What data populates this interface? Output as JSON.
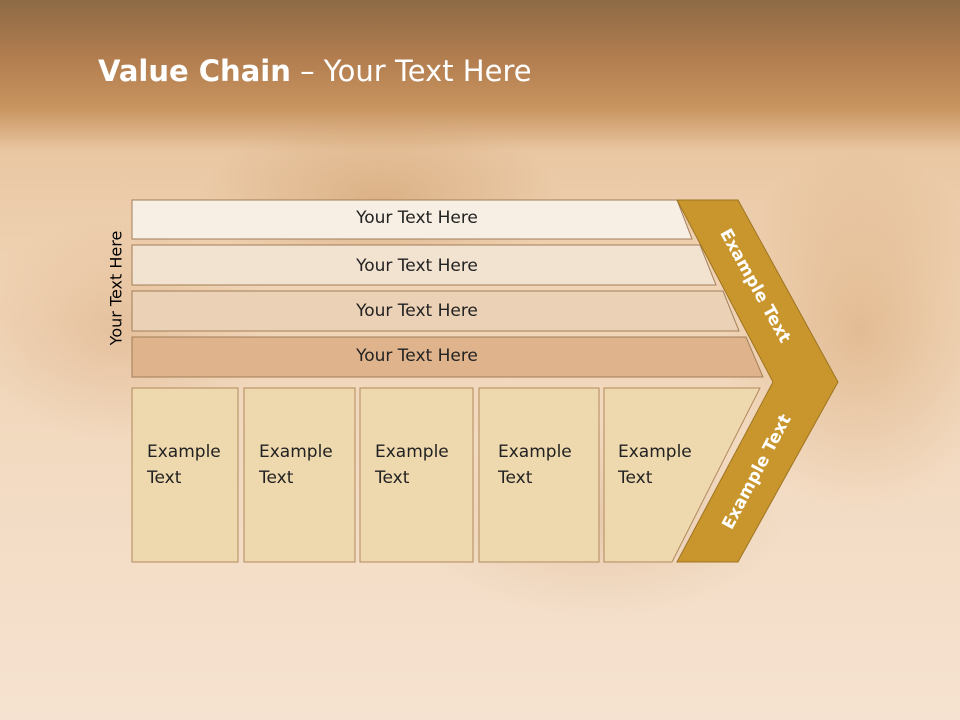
{
  "slide": {
    "title_bold": "Value Chain",
    "title_rest": " – Your Text Here",
    "side_label": "Your Text Here"
  },
  "bands": [
    {
      "label": "Your Text Here",
      "color": "#f7eee4"
    },
    {
      "label": "Your Text Here",
      "color": "#f2e2d0"
    },
    {
      "label": "Your Text Here",
      "color": "#ebd1b5"
    },
    {
      "label": "Your Text Here",
      "color": "#dfb48c"
    }
  ],
  "boxes": [
    {
      "line1": "Example",
      "line2": "Text"
    },
    {
      "line1": "Example",
      "line2": "Text"
    },
    {
      "line1": "Example",
      "line2": "Text"
    },
    {
      "line1": "Example",
      "line2": "Text"
    },
    {
      "line1": "Example",
      "line2": "Text"
    }
  ],
  "chevron": {
    "upper_text": "Example Text",
    "lower_text": "Example Text",
    "color": "#c9962e"
  },
  "colors": {
    "box_fill": "#eed8ae",
    "box_border": "#b08a5c",
    "band_border": "#a27e58"
  }
}
